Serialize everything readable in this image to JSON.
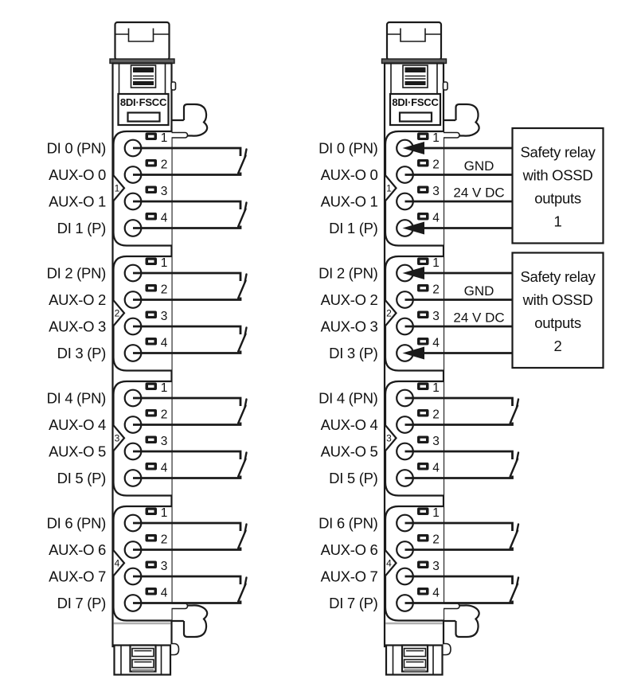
{
  "diagram": {
    "module_label": "8DI·FSCC",
    "terminal_numbers": [
      "1",
      "2",
      "3",
      "4"
    ],
    "group_numbers": [
      "1",
      "2",
      "3",
      "4"
    ],
    "modules": [
      {
        "name": "left",
        "terminal_labels": [
          "DI 0 (PN)",
          "AUX-O 0",
          "AUX-O 1",
          "DI 1 (P)",
          "DI 2 (PN)",
          "AUX-O 2",
          "AUX-O 3",
          "DI 3 (P)",
          "DI 4 (PN)",
          "AUX-O 4",
          "AUX-O 5",
          "DI 5 (P)",
          "DI 6 (PN)",
          "AUX-O 6",
          "AUX-O 7",
          "DI 7 (P)"
        ],
        "group_wiring": [
          "switch-pair",
          "switch-pair",
          "switch-pair",
          "switch-pair"
        ]
      },
      {
        "name": "right",
        "terminal_labels": [
          "DI 0 (PN)",
          "AUX-O 0",
          "AUX-O 1",
          "DI 1 (P)",
          "DI 2 (PN)",
          "AUX-O 2",
          "AUX-O 3",
          "DI 3 (P)",
          "DI 4 (PN)",
          "AUX-O 4",
          "AUX-O 5",
          "DI 5 (P)",
          "DI 6 (PN)",
          "AUX-O 6",
          "AUX-O 7",
          "DI 7 (P)"
        ],
        "group_wiring": [
          "safety-relay-0",
          "safety-relay-1",
          "switch-pair",
          "switch-pair"
        ]
      }
    ],
    "relay_boxes": [
      {
        "lines": [
          "Safety relay",
          "with OSSD",
          "outputs",
          "1"
        ]
      },
      {
        "lines": [
          "Safety relay",
          "with OSSD",
          "outputs",
          "2"
        ]
      }
    ],
    "wire_labels": {
      "ground": "GND",
      "power": "24 V DC"
    },
    "colors": {
      "line": "#1a1a1a",
      "background": "#ffffff",
      "separator": "#5f5f5f",
      "footer_line": "#b0b0b0"
    }
  }
}
